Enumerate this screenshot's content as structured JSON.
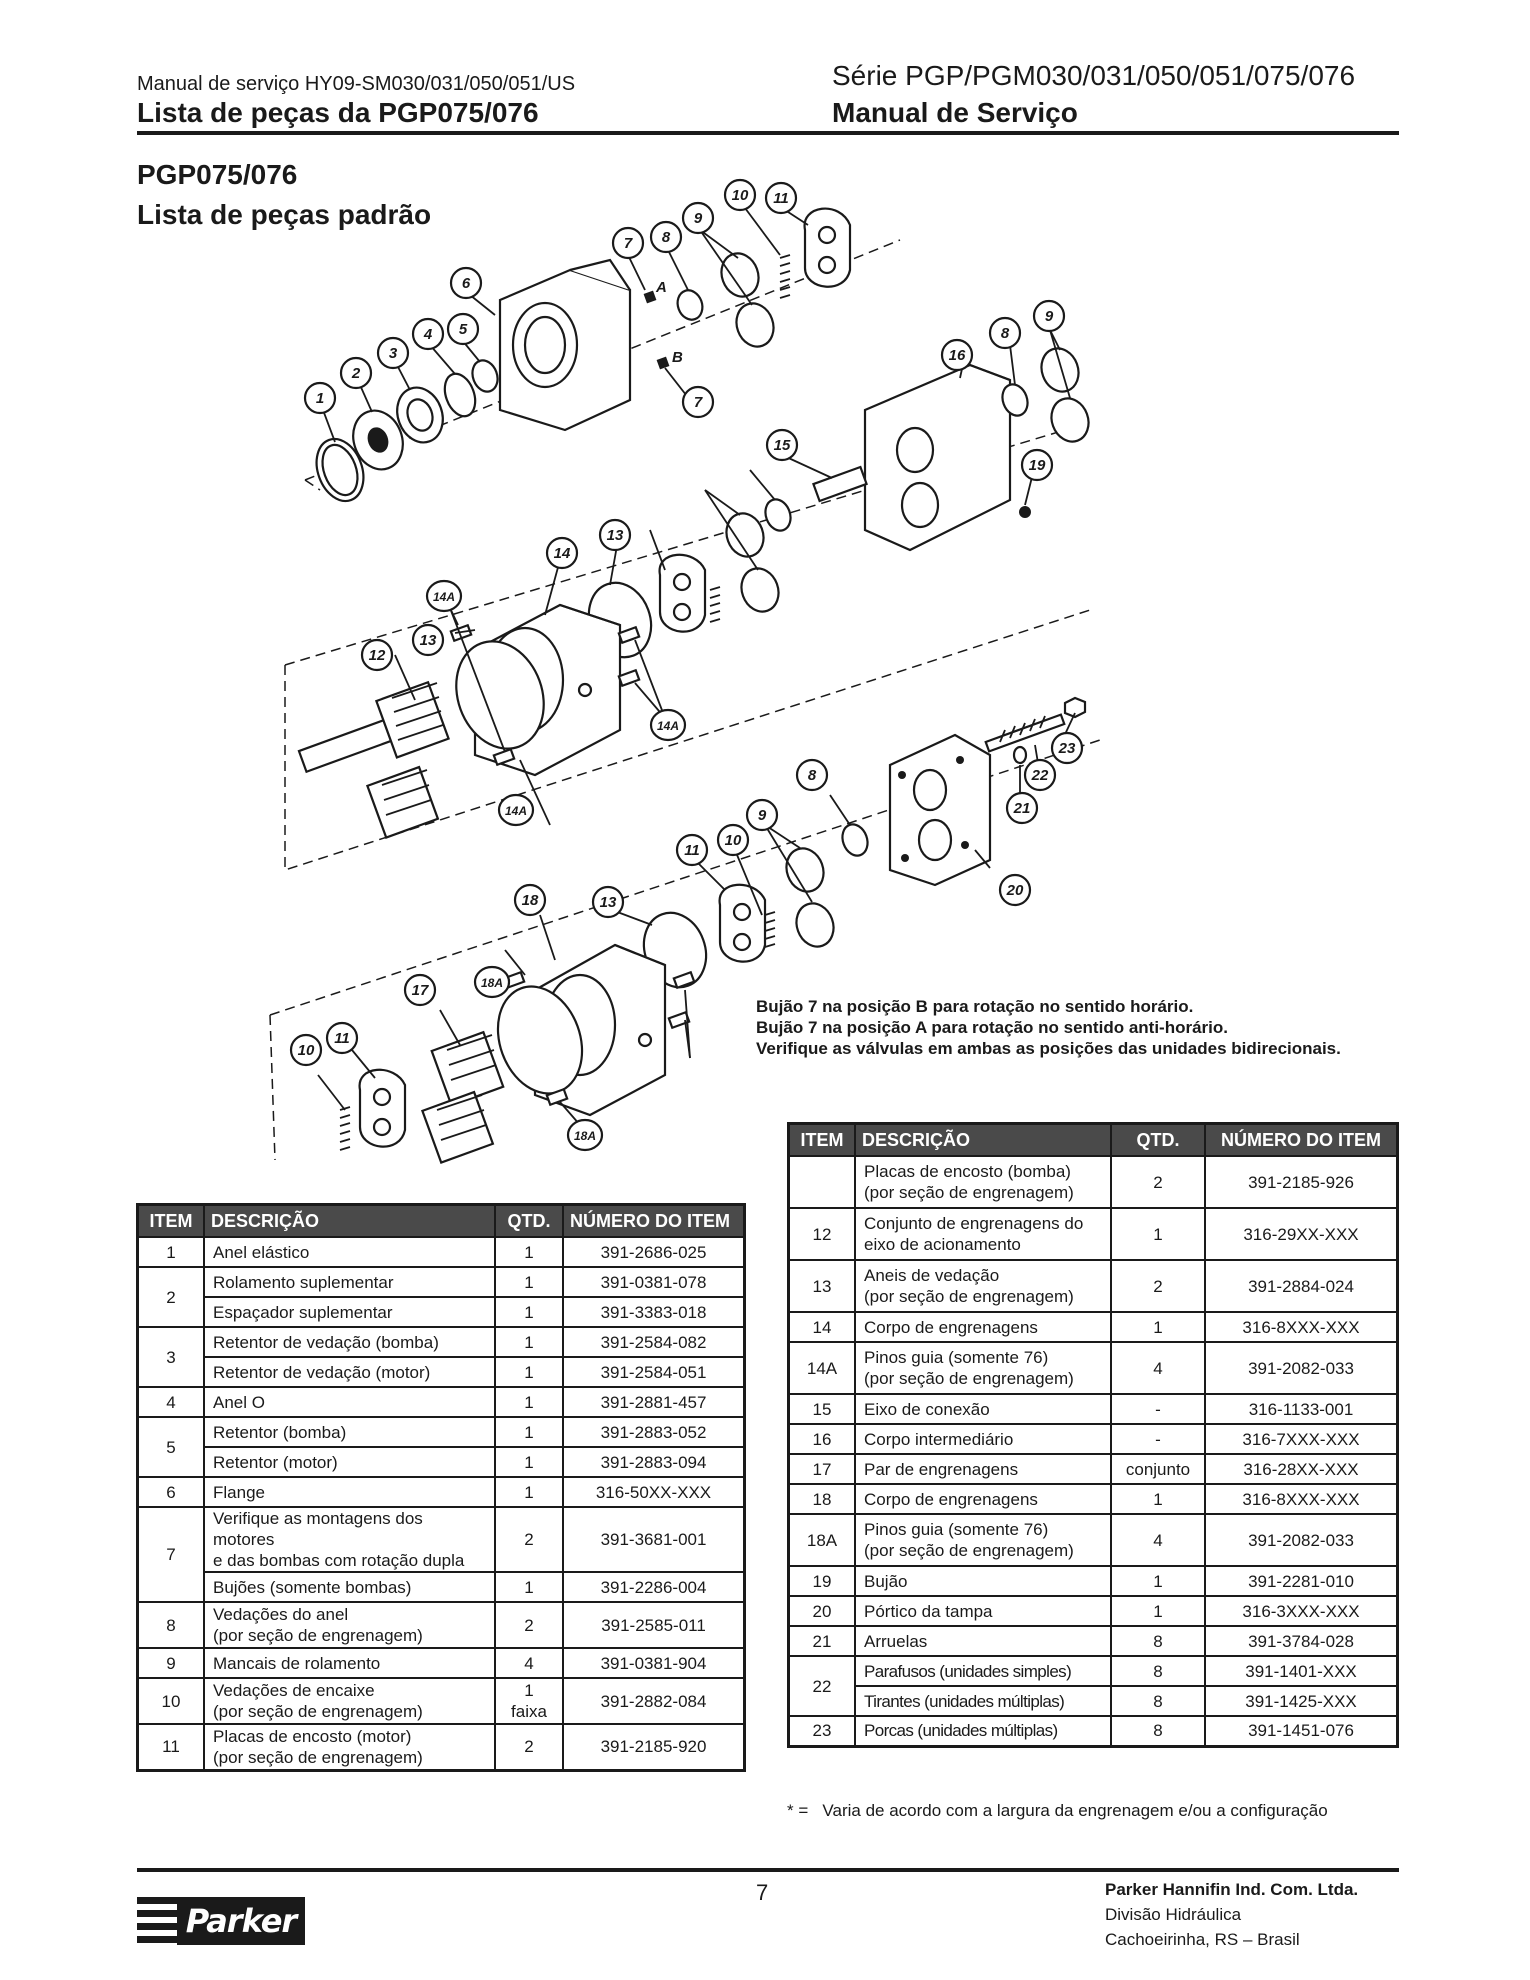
{
  "header": {
    "left_small": "Manual de serviço HY09-SM030/031/050/051/US",
    "left_big": "Lista de peças da PGP075/076",
    "right_small": "Série PGP/PGM030/031/050/051/075/076",
    "right_big": "Manual de Serviço"
  },
  "section": {
    "title": "PGP075/076",
    "subtitle": "Lista de peças padrão"
  },
  "diagram": {
    "callouts": [
      "1",
      "2",
      "3",
      "4",
      "5",
      "6",
      "7",
      "7",
      "8",
      "9",
      "10",
      "11",
      "12",
      "13",
      "13",
      "14",
      "14A",
      "14A",
      "14A",
      "15",
      "16",
      "17",
      "18",
      "18A",
      "18A",
      "13",
      "11",
      "10",
      "9",
      "8",
      "9",
      "8",
      "10",
      "11",
      "19",
      "20",
      "21",
      "22",
      "23"
    ],
    "letters": [
      "A",
      "B"
    ]
  },
  "notes": [
    "Bujão 7 na posição B para rotação no sentido horário.",
    "Bujão 7 na posição A para rotação no sentido anti-horário.",
    "Verifique as válvulas em ambas as posições das unidades bidirecionais."
  ],
  "table_headers": {
    "item": "ITEM",
    "descricao": "DESCRIÇÃO",
    "qtd": "QTD.",
    "numero": "NÚMERO DO ITEM"
  },
  "table_left": [
    {
      "item": "1",
      "rows": [
        {
          "desc": [
            "Anel elástico"
          ],
          "qtd": "1",
          "num": "391-2686-025"
        }
      ]
    },
    {
      "item": "2",
      "rows": [
        {
          "desc": [
            "Rolamento suplementar"
          ],
          "qtd": "1",
          "num": "391-0381-078"
        },
        {
          "desc": [
            "Espaçador suplementar"
          ],
          "qtd": "1",
          "num": "391-3383-018"
        }
      ]
    },
    {
      "item": "3",
      "rows": [
        {
          "desc": [
            "Retentor de vedação (bomba)"
          ],
          "qtd": "1",
          "num": "391-2584-082"
        },
        {
          "desc": [
            "Retentor de vedação (motor)"
          ],
          "qtd": "1",
          "num": "391-2584-051"
        }
      ]
    },
    {
      "item": "4",
      "rows": [
        {
          "desc": [
            "Anel O"
          ],
          "qtd": "1",
          "num": "391-2881-457"
        }
      ]
    },
    {
      "item": "5",
      "rows": [
        {
          "desc": [
            "Retentor (bomba)"
          ],
          "qtd": "1",
          "num": "391-2883-052"
        },
        {
          "desc": [
            "Retentor (motor)"
          ],
          "qtd": "1",
          "num": "391-2883-094"
        }
      ]
    },
    {
      "item": "6",
      "rows": [
        {
          "desc": [
            "Flange"
          ],
          "qtd": "1",
          "num": "316-50XX-XXX"
        }
      ]
    },
    {
      "item": "7",
      "rows": [
        {
          "desc": [
            "Verifique as montagens dos motores",
            "e das bombas com rotação dupla"
          ],
          "qtd": "2",
          "num": "391-3681-001"
        },
        {
          "desc": [
            "Bujões (somente bombas)"
          ],
          "qtd": "1",
          "num": "391-2286-004"
        }
      ]
    },
    {
      "item": "8",
      "rows": [
        {
          "desc": [
            "Vedações do anel",
            "(por seção de engrenagem)"
          ],
          "qtd": "2",
          "num": "391-2585-011"
        }
      ]
    },
    {
      "item": "9",
      "rows": [
        {
          "desc": [
            "Mancais de rolamento"
          ],
          "qtd": "4",
          "num": "391-0381-904"
        }
      ]
    },
    {
      "item": "10",
      "rows": [
        {
          "desc": [
            "Vedações de encaixe",
            "(por seção de engrenagem)"
          ],
          "qtd": "1 faixa",
          "num": "391-2882-084"
        }
      ]
    },
    {
      "item": "11",
      "rows": [
        {
          "desc": [
            "Placas de encosto (motor)",
            "(por seção de engrenagem)"
          ],
          "qtd": "2",
          "num": "391-2185-920"
        }
      ]
    }
  ],
  "table_right": [
    {
      "item": "",
      "rows": [
        {
          "desc": [
            "Placas de encosto (bomba)",
            "(por seção de engrenagem)"
          ],
          "qtd": "2",
          "num": "391-2185-926"
        }
      ]
    },
    {
      "item": "12",
      "rows": [
        {
          "desc": [
            "Conjunto de engrenagens do",
            "eixo de acionamento"
          ],
          "qtd": "1",
          "num": "316-29XX-XXX"
        }
      ]
    },
    {
      "item": "13",
      "rows": [
        {
          "desc": [
            "Aneis de vedação",
            "(por seção de engrenagem)"
          ],
          "qtd": "2",
          "num": "391-2884-024"
        }
      ]
    },
    {
      "item": "14",
      "rows": [
        {
          "desc": [
            "Corpo de engrenagens"
          ],
          "qtd": "1",
          "num": "316-8XXX-XXX"
        }
      ]
    },
    {
      "item": "14A",
      "rows": [
        {
          "desc": [
            "Pinos guia (somente 76)",
            "(por seção de engrenagem)"
          ],
          "qtd": "4",
          "num": "391-2082-033"
        }
      ]
    },
    {
      "item": "15",
      "rows": [
        {
          "desc": [
            "Eixo de conexão"
          ],
          "qtd": "-",
          "num": "316-1133-001"
        }
      ]
    },
    {
      "item": "16",
      "rows": [
        {
          "desc": [
            "Corpo intermediário"
          ],
          "qtd": "-",
          "num": "316-7XXX-XXX"
        }
      ]
    },
    {
      "item": "17",
      "rows": [
        {
          "desc": [
            "Par de engrenagens"
          ],
          "qtd": "conjunto",
          "num": "316-28XX-XXX"
        }
      ]
    },
    {
      "item": "18",
      "rows": [
        {
          "desc": [
            "Corpo de engrenagens"
          ],
          "qtd": "1",
          "num": "316-8XXX-XXX"
        }
      ]
    },
    {
      "item": "18A",
      "rows": [
        {
          "desc": [
            "Pinos guia (somente 76)",
            "(por seção de engrenagem)"
          ],
          "qtd": "4",
          "num": "391-2082-033"
        }
      ]
    },
    {
      "item": "19",
      "rows": [
        {
          "desc": [
            "Bujão"
          ],
          "qtd": "1",
          "num": "391-2281-010"
        }
      ]
    },
    {
      "item": "20",
      "rows": [
        {
          "desc": [
            "Pórtico da tampa"
          ],
          "qtd": "1",
          "num": "316-3XXX-XXX"
        }
      ]
    },
    {
      "item": "21",
      "rows": [
        {
          "desc": [
            "Arruelas"
          ],
          "qtd": "8",
          "num": "391-3784-028"
        }
      ]
    },
    {
      "item": "22",
      "rows": [
        {
          "desc": [
            "Parafusos (unidades simples)"
          ],
          "qtd": "8",
          "num": "391-1401-XXX"
        },
        {
          "desc": [
            "Tirantes (unidades múltiplas)"
          ],
          "qtd": "8",
          "num": "391-1425-XXX"
        }
      ]
    },
    {
      "item": "23",
      "rows": [
        {
          "desc": [
            "Porcas (unidades múltiplas)"
          ],
          "qtd": "8",
          "num": "391-1451-076"
        }
      ]
    }
  ],
  "footnote": "* =   Varia de acordo com a largura da engrenagem e/ou a configuração",
  "footer": {
    "page": "7",
    "company": "Parker Hannifin Ind. Com. Ltda.",
    "division": "Divisão Hidráulica",
    "location": "Cachoeirinha, RS – Brasil",
    "logo_text": "Parker"
  }
}
